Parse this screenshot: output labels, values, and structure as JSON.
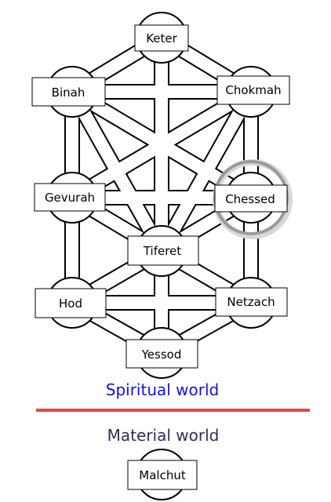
{
  "colors": {
    "spiritual_text": "#1010e8",
    "material_text": "#3b2a55",
    "divider": "#e24848",
    "stroke": "#000000",
    "box_fill": "#ffffff",
    "highlight_ring": "#9a9a9a"
  },
  "nodes": {
    "keter": "Keter",
    "binah": "Binah",
    "chokmah": "Chokmah",
    "gevurah": "Gevurah",
    "chessed": "Chessed",
    "tiferet": "Tiferet",
    "hod": "Hod",
    "netzach": "Netzach",
    "yessod": "Yessod",
    "malchut": "Malchut"
  },
  "highlighted_node": "chessed",
  "worlds": {
    "spiritual": "Spiritual world",
    "material": "Material world"
  }
}
